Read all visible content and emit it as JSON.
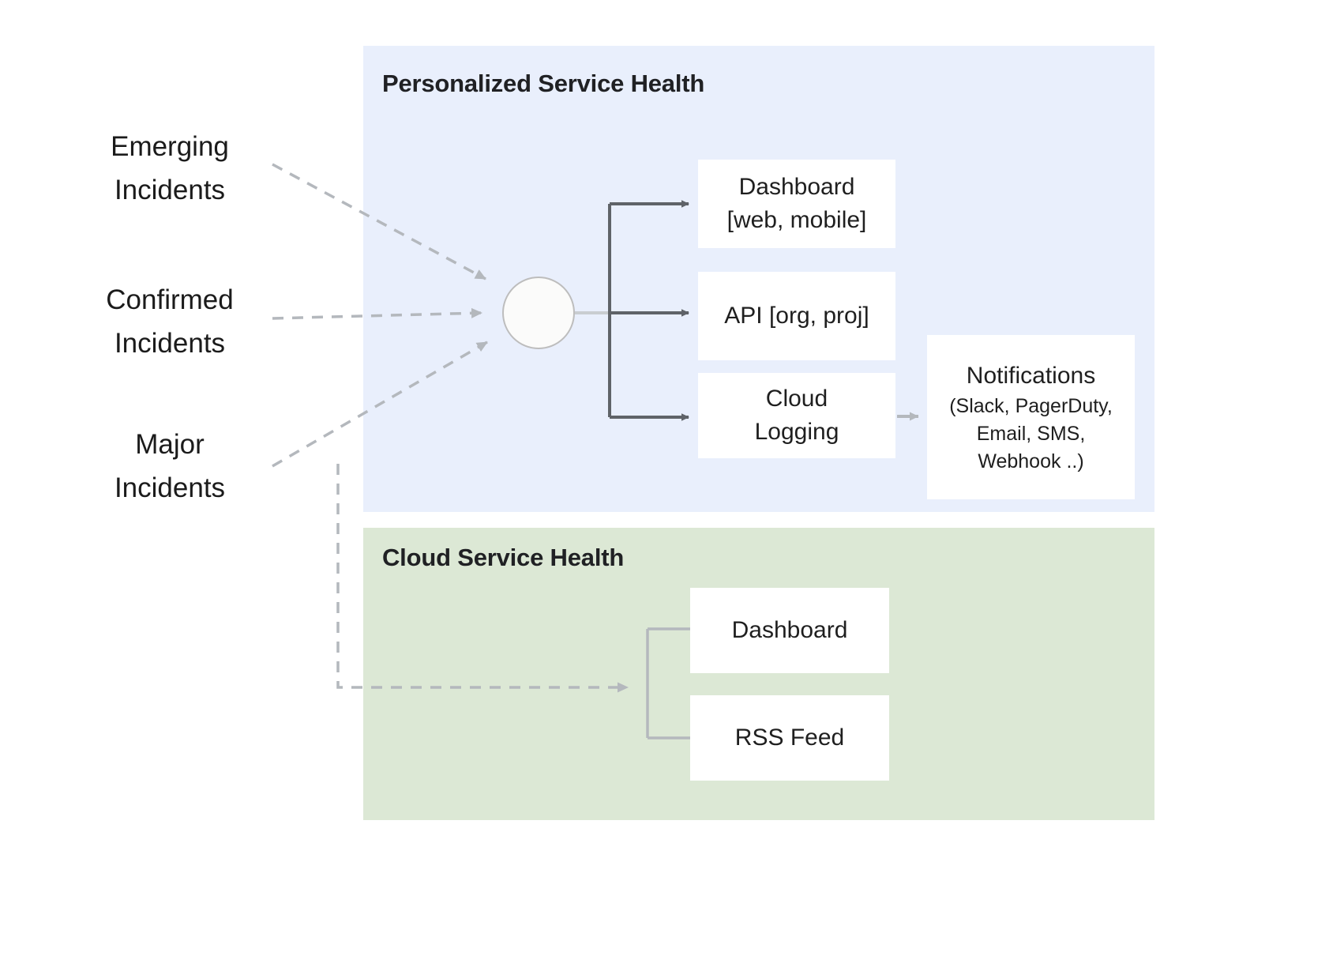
{
  "diagram": {
    "title_hidden": "",
    "sources": [
      {
        "name": "emerging",
        "label": "Emerging\nIncidents"
      },
      {
        "name": "confirmed",
        "label": "Confirmed\nIncidents"
      },
      {
        "name": "major",
        "label": "Major\nIncidents"
      }
    ],
    "panels": {
      "personalized": {
        "title": "Personalized Service Health",
        "color": "#e9effc",
        "nodes": {
          "dashboard": "Dashboard\n[web, mobile]",
          "api": "API [org, proj]",
          "cloud_logging": "Cloud\nLogging",
          "notifications_title": "Notifications",
          "notifications_sub": "(Slack, PagerDuty,\nEmail, SMS,\nWebhook ..)"
        }
      },
      "cloud": {
        "title": "Cloud Service Health",
        "color": "#dce8d5",
        "nodes": {
          "dashboard": "Dashboard",
          "rss": "RSS Feed"
        }
      }
    },
    "colors": {
      "panel_blue": "#e9effc",
      "panel_green": "#dce8d5",
      "box_white": "#ffffff",
      "arrow_dark": "#5f6368",
      "arrow_light": "#b4b8bd",
      "text_dark": "#1f1f1f",
      "hub_fill": "#fbfbfa",
      "hub_stroke": "#bdbdbd"
    }
  }
}
